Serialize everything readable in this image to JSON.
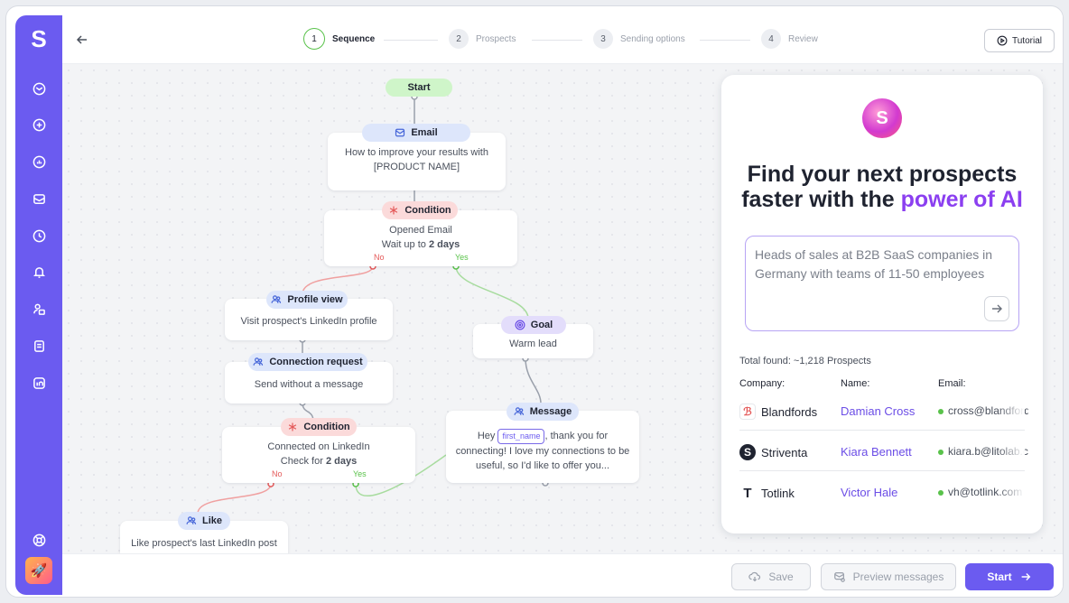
{
  "app": {
    "logo": "S",
    "accent": "#6b5bf0"
  },
  "sidebar": {
    "items": [
      "mail-icon",
      "add-circle-icon",
      "analytics-icon",
      "inbox-upload-icon",
      "clock-icon",
      "bell-icon",
      "contacts-icon",
      "notes-icon",
      "linkedin-icon"
    ],
    "bottom": [
      "support-icon",
      "rocket-icon"
    ]
  },
  "steps": [
    {
      "num": "1",
      "label": "Sequence",
      "active": true
    },
    {
      "num": "2",
      "label": "Prospects"
    },
    {
      "num": "3",
      "label": "Sending options"
    },
    {
      "num": "4",
      "label": "Review"
    }
  ],
  "tutorial_label": "Tutorial",
  "flow": {
    "start": "Start",
    "email": {
      "title": "Email",
      "line1": "How to improve your results with",
      "line2": "[PRODUCT NAME]"
    },
    "condition1": {
      "title": "Condition",
      "line1": "Opened Email",
      "line2_prefix": "Wait up to ",
      "line2_bold": "2 days",
      "no": "No",
      "yes": "Yes"
    },
    "profile_view": {
      "title": "Profile view",
      "text": "Visit prospect's LinkedIn profile"
    },
    "goal": {
      "title": "Goal",
      "text": "Warm lead"
    },
    "connection": {
      "title": "Connection request",
      "text": "Send without a message"
    },
    "message": {
      "title": "Message",
      "pre": "Hey",
      "variable": "first_name",
      "post": ", thank you for",
      "line2": "connecting! I love my connections to be",
      "line3": "useful, so I'd like to offer you..."
    },
    "condition2": {
      "title": "Condition",
      "line1": "Connected on LinkedIn",
      "line2_prefix": "Check for ",
      "line2_bold": "2 days",
      "no": "No",
      "yes": "Yes"
    },
    "like": {
      "title": "Like",
      "text": "Like prospect's last LinkedIn post"
    }
  },
  "ai_panel": {
    "orb_letter": "S",
    "headline_1": "Find your next prospects",
    "headline_2": "faster with the ",
    "headline_highlight": "power of AI",
    "prompt_text": "Heads of sales at B2B SaaS companies in Germany with teams of 11-50 employees",
    "total": "Total found: ~1,218 Prospects",
    "columns": [
      "Company:",
      "Name:",
      "Email:"
    ],
    "rows": [
      {
        "company": "Blandfords",
        "logo": "ℬ",
        "name": "Damian Cross",
        "email": "cross@blandfords.com"
      },
      {
        "company": "Striventa",
        "logo": "S",
        "name": "Kiara Bennett",
        "email": "kiara.b@litolab.com"
      },
      {
        "company": "Totlink",
        "logo": "T",
        "name": "Victor Hale",
        "email": "vh@totlink.com"
      }
    ]
  },
  "bottom_bar": {
    "save": "Save",
    "preview": "Preview messages",
    "start": "Start"
  }
}
